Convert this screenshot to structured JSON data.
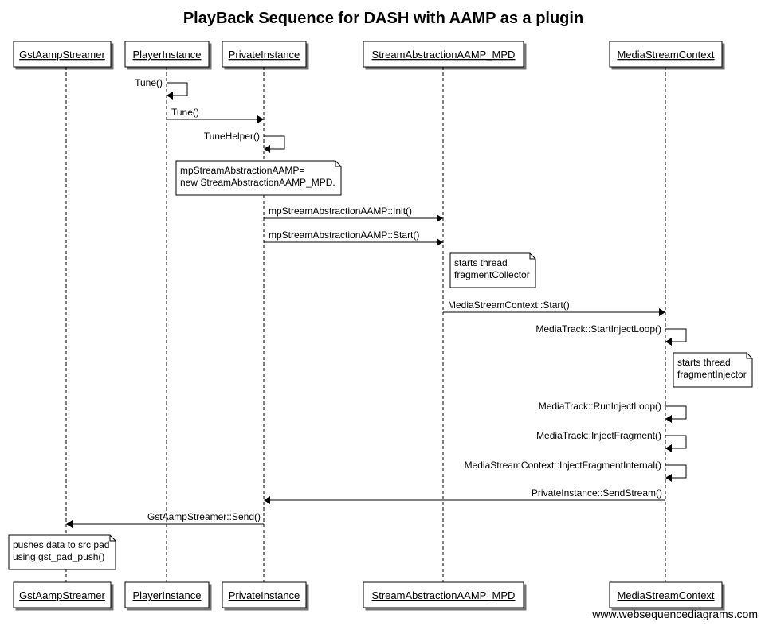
{
  "title": "PlayBack Sequence for DASH with AAMP as a plugin",
  "participants": [
    {
      "id": "gst",
      "label": "GstAampStreamer"
    },
    {
      "id": "player",
      "label": "PlayerInstance"
    },
    {
      "id": "priv",
      "label": "PrivateInstance"
    },
    {
      "id": "sam",
      "label": "StreamAbstractionAAMP_MPD"
    },
    {
      "id": "msc",
      "label": "MediaStreamContext"
    }
  ],
  "steps": [
    {
      "kind": "self",
      "at": "player",
      "label": "Tune()"
    },
    {
      "kind": "msg",
      "from": "player",
      "to": "priv",
      "label": "Tune()"
    },
    {
      "kind": "self",
      "at": "priv",
      "label": "TuneHelper()"
    },
    {
      "kind": "note",
      "over": "player",
      "lines": [
        "mpStreamAbstractionAAMP=",
        "new StreamAbstractionAAMP_MPD."
      ]
    },
    {
      "kind": "msg",
      "from": "priv",
      "to": "sam",
      "label": "mpStreamAbstractionAAMP::Init()"
    },
    {
      "kind": "msg",
      "from": "priv",
      "to": "sam",
      "label": "mpStreamAbstractionAAMP::Start()"
    },
    {
      "kind": "note",
      "over": "sam",
      "lines": [
        "starts thread",
        "fragmentCollector"
      ]
    },
    {
      "kind": "msg",
      "from": "sam",
      "to": "msc",
      "label": "MediaStreamContext::Start()"
    },
    {
      "kind": "self",
      "at": "msc",
      "label": "MediaTrack::StartInjectLoop()"
    },
    {
      "kind": "note",
      "over": "msc",
      "lines": [
        "starts thread",
        "fragmentInjector"
      ]
    },
    {
      "kind": "self",
      "at": "msc",
      "label": "MediaTrack::RunInjectLoop()"
    },
    {
      "kind": "self",
      "at": "msc",
      "label": "MediaTrack::InjectFragment()"
    },
    {
      "kind": "self",
      "at": "msc",
      "label": "MediaStreamContext::InjectFragmentInternal()"
    },
    {
      "kind": "msg",
      "from": "msc",
      "to": "priv",
      "label": "PrivateInstance::SendStream()"
    },
    {
      "kind": "msg",
      "from": "priv",
      "to": "gst",
      "label": "GstAampStreamer::Send()"
    },
    {
      "kind": "note",
      "over": "gst",
      "lines": [
        "pushes data to src pad",
        "using gst_pad_push()"
      ]
    }
  ],
  "footer": "www.websequencediagrams.com"
}
